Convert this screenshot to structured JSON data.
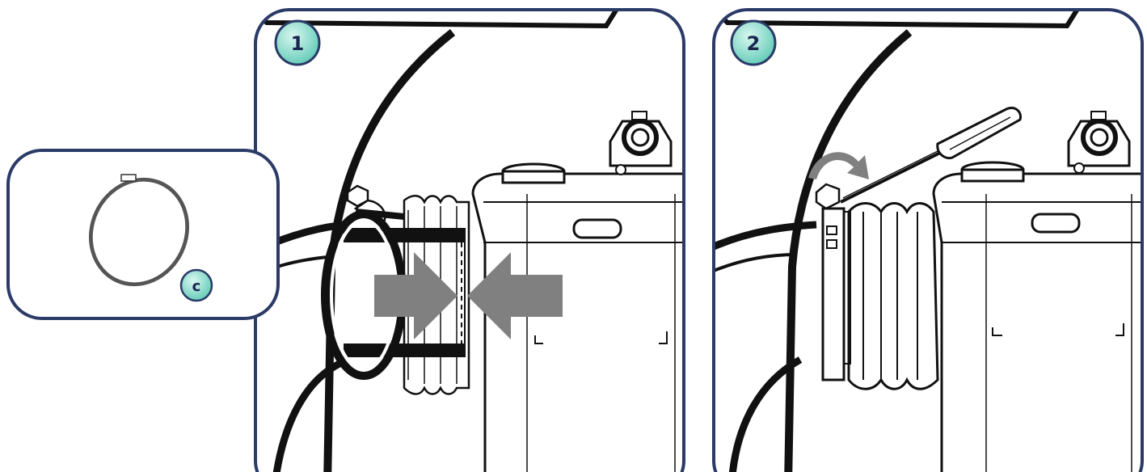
{
  "part_callout": {
    "part_label": "c",
    "part_icon": "hose-clamp-icon"
  },
  "panels": [
    {
      "step_number": "1",
      "description_icons": [
        "push-arrow-right-icon",
        "push-arrow-left-icon",
        "hose-clamp-icon",
        "bellows-icon",
        "tank-icon"
      ]
    },
    {
      "step_number": "2",
      "description_icons": [
        "screwdriver-icon",
        "rotate-arrow-icon",
        "hose-clamp-icon",
        "bellows-icon",
        "tank-icon"
      ]
    }
  ],
  "colors": {
    "frame": "#2b3a67",
    "badge_fill": "#7fd8c8",
    "badge_fill_light": "#c9f0e8",
    "arrow_gray": "#808080",
    "line": "#111111"
  }
}
